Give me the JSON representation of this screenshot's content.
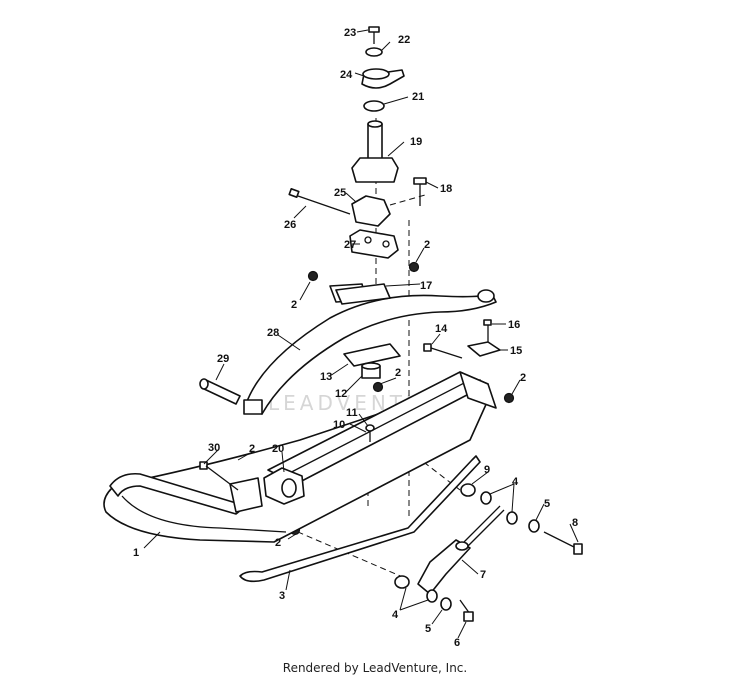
{
  "diagram": {
    "watermark": "LEADVENTURE",
    "callouts": [
      "1",
      "2",
      "2",
      "2",
      "2",
      "2",
      "2",
      "3",
      "4",
      "4",
      "5",
      "5",
      "6",
      "7",
      "8",
      "9",
      "10",
      "11",
      "12",
      "13",
      "14",
      "15",
      "16",
      "17",
      "18",
      "19",
      "20",
      "21",
      "22",
      "23",
      "24",
      "25",
      "26",
      "27",
      "28",
      "29",
      "30"
    ]
  },
  "footer": {
    "text": "Rendered by LeadVenture, Inc."
  }
}
